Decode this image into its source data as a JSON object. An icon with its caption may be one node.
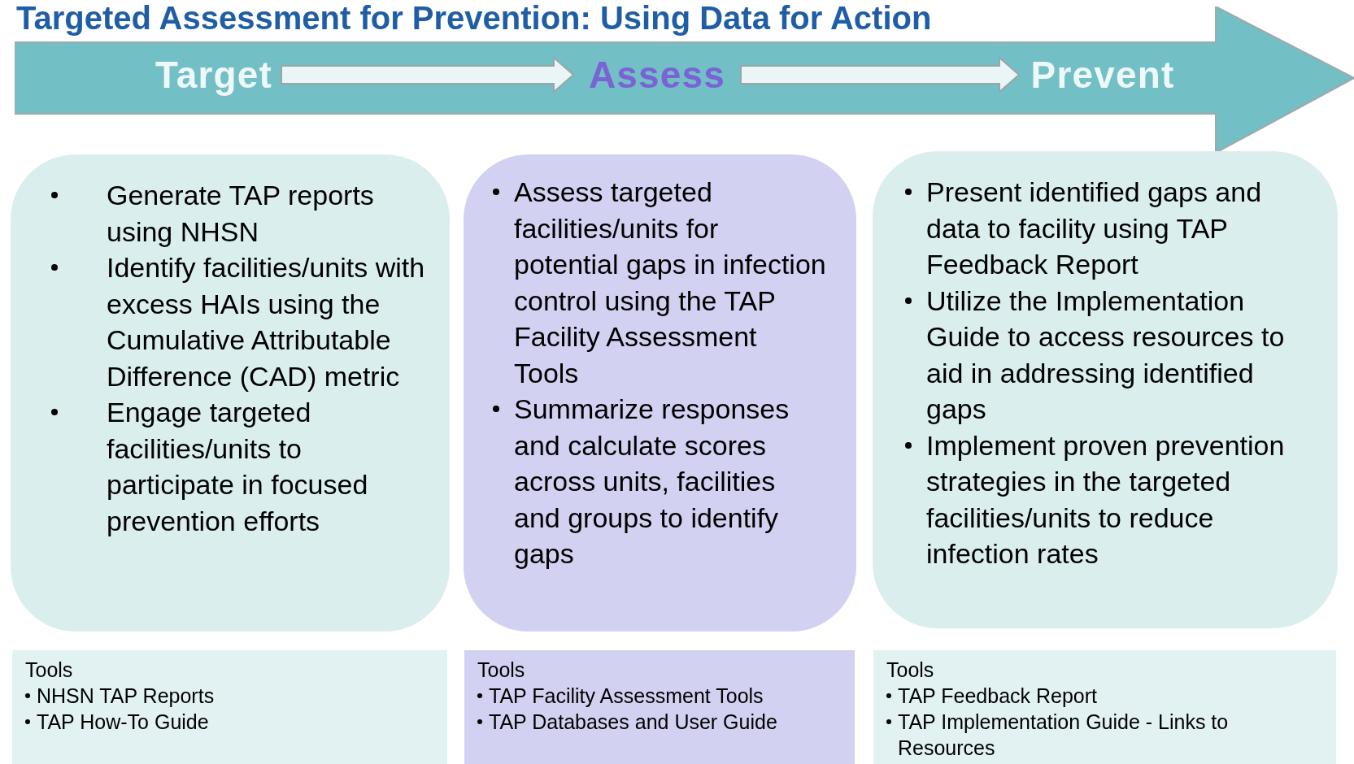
{
  "diagram": {
    "title": "Targeted Assessment for Prevention: Using Data for Action",
    "nodes": [
      {
        "text": [],
        "shape": "arrow"
      },
      {
        "text": [
          "Target"
        ],
        "in": 0
      },
      {
        "text": [
          "Assess"
        ],
        "in": 0
      },
      {
        "text": [
          "Prevent"
        ],
        "in": 0
      },
      {
        "text": [
          "Generate TAP reports using NHSN",
          "Identify facilities/units with excess HAIs using the Cumulative Attributable Difference (CAD) metric",
          "Engage targeted facilities/units to participate in focused prevention efforts"
        ]
      },
      {
        "text": [
          "Assess targeted facilities/units for potential gaps in infection control using the TAP Facility Assessment Tools",
          "Summarize responses and calculate scores across units, facilities and groups to identify gaps"
        ]
      },
      {
        "text": [
          "Present identified gaps and data to facility using TAP Feedback Report",
          "Utilize the Implementation Guide to access resources to aid in addressing identified gaps",
          "Implement proven prevention strategies in the targeted facilities/units to reduce infection rates"
        ]
      },
      {
        "text": [
          "Tools",
          "NHSN TAP Reports",
          "TAP How-To Guide"
        ]
      },
      {
        "text": [
          "Tools",
          "TAP Facility Assessment Tools",
          "TAP Databases and User Guide"
        ]
      },
      {
        "text": [
          "Tools",
          "TAP Feedback Report",
          "TAP Implementation Guide - Links to Resources"
        ]
      }
    ],
    "edges": [
      {
        "from": 1,
        "to": 2,
        "arrow": "to"
      },
      {
        "from": 2,
        "to": 3,
        "arrow": "to"
      }
    ]
  }
}
